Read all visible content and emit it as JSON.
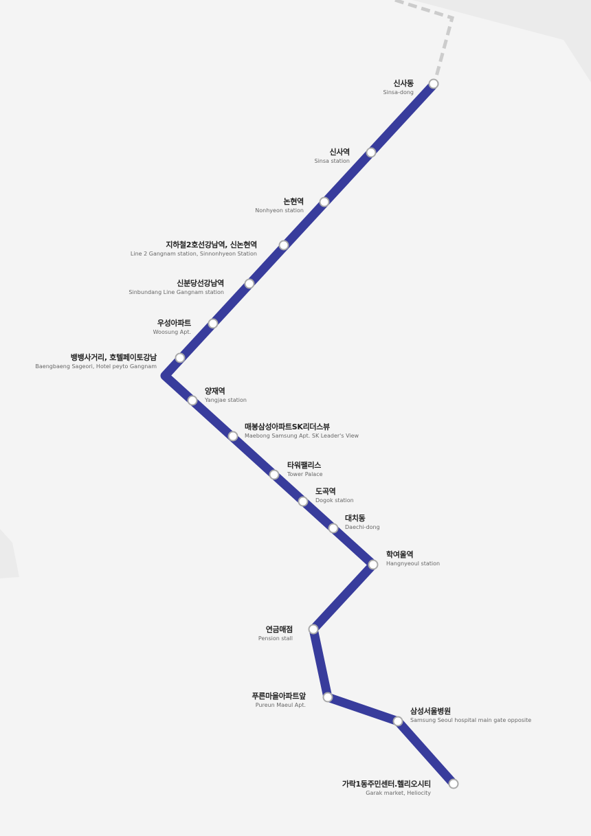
{
  "route": {
    "line_color": "#383c9c",
    "continuation_color": "#cccccc",
    "stop_fill": "#ffffff",
    "stop_stroke": "#a9a9a9"
  },
  "stops": [
    {
      "kr": "신사동",
      "en": "Sinsa-dong"
    },
    {
      "kr": "신사역",
      "en": "Sinsa station"
    },
    {
      "kr": "논현역",
      "en": "Nonhyeon station"
    },
    {
      "kr": "지하철2호선강남역, 신논현역",
      "en": "Line 2 Gangnam station, Sinnonhyeon Station"
    },
    {
      "kr": "신분당선강남역",
      "en": "Sinbundang Line Gangnam station"
    },
    {
      "kr": "우성아파트",
      "en": "Woosung Apt."
    },
    {
      "kr": "뱅뱅사거리, 호텔페이토강남",
      "en": "Baengbaeng Sageori, Hotel peyto Gangnam"
    },
    {
      "kr": "양재역",
      "en": "Yangjae station"
    },
    {
      "kr": "매봉삼성아파트SK리더스뷰",
      "en": "Maebong Samsung Apt. SK Leader's View"
    },
    {
      "kr": "타워팰리스",
      "en": "Tower Palace"
    },
    {
      "kr": "도곡역",
      "en": "Dogok station"
    },
    {
      "kr": "대치동",
      "en": "Daechi-dong"
    },
    {
      "kr": "학여울역",
      "en": "Hangnyeoul station"
    },
    {
      "kr": "연금매점",
      "en": "Pension stall"
    },
    {
      "kr": "푸른마을아파트앞",
      "en": "Pureun Maeul Apt."
    },
    {
      "kr": "삼성서울병원",
      "en": "Samsung Seoul hospital main gate opposite"
    },
    {
      "kr": "가락1동주민센터.헬리오시티",
      "en": "Garak market, Heliocity"
    }
  ]
}
